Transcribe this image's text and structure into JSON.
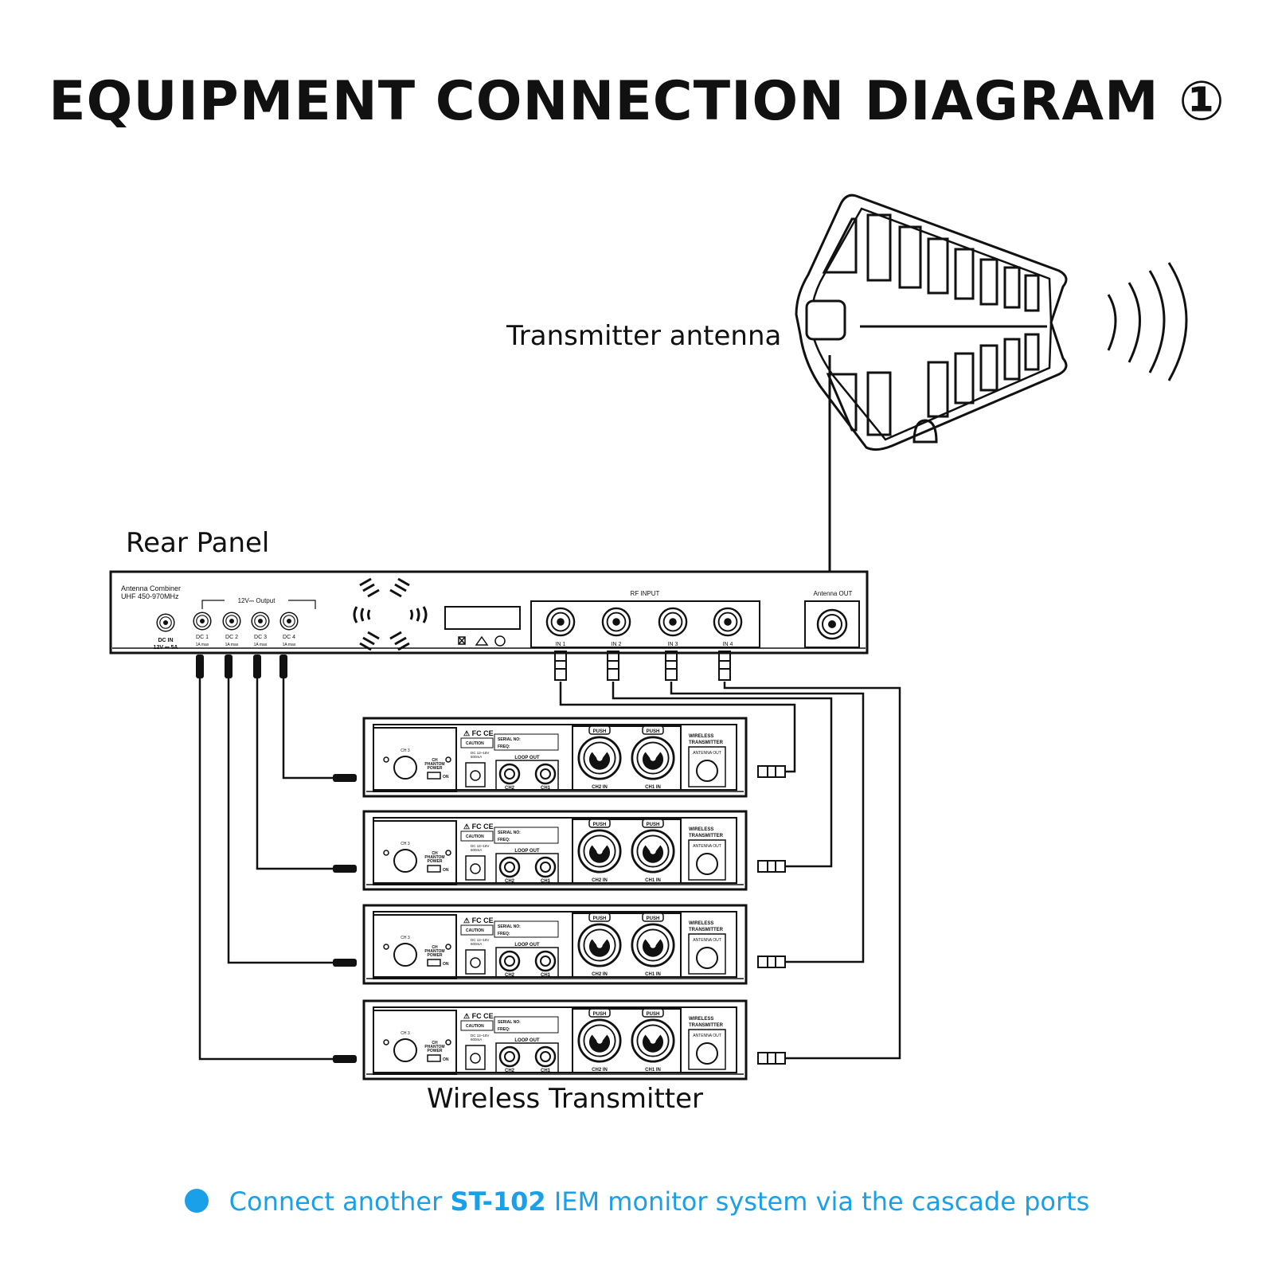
{
  "title": "EQUIPMENT CONNECTION DIAGRAM ①",
  "antenna_label": "Transmitter antenna",
  "rear_panel_label": "Rear  Panel",
  "transmitter_label": "Wireless Transmitter",
  "rear_panel": {
    "model_line1": "Antenna Combiner",
    "model_line2": "UHF 450-970MHz",
    "output_header": "12V⎓ Output",
    "dc_in_line1": "DC IN",
    "dc_in_line2": "12V ⎓ 5A",
    "dc_outputs": [
      {
        "name": "DC 1",
        "sub": "1A max"
      },
      {
        "name": "DC 2",
        "sub": "1A max"
      },
      {
        "name": "DC 3",
        "sub": "1A max"
      },
      {
        "name": "DC 4",
        "sub": "1A max"
      }
    ],
    "rf_input_header": "RF INPUT",
    "rf_inputs": [
      "IN 1",
      "IN 2",
      "IN 3",
      "IN 4"
    ],
    "antenna_out": "Antenna OUT"
  },
  "transmitter_unit": {
    "ch_knob": "CH 3",
    "phantom_line1": "CH",
    "phantom_line2": "PHANTOM",
    "phantom_line3": "POWER",
    "on": "ON",
    "caution": "CAUTION",
    "dc_rating": "DC 12~18V",
    "current": "600mA",
    "serial": "SERIAL NO:",
    "freq": "FREQ:",
    "loop_out": "LOOP OUT",
    "loop_ch2": "CH2",
    "loop_ch1": "CH1",
    "push": "PUSH",
    "ch2_in": "CH2 IN",
    "ch1_in": "CH1 IN",
    "wireless": "WIRELESS",
    "transmitter": "TRANSMITTER",
    "antenna_out": "ANTENNA OUT"
  },
  "footer": {
    "pre": "Connect another ",
    "model": "ST-102",
    "post": " IEM monitor system via the cascade ports"
  },
  "colors": {
    "accent": "#1aa0e8",
    "line": "#111111"
  }
}
